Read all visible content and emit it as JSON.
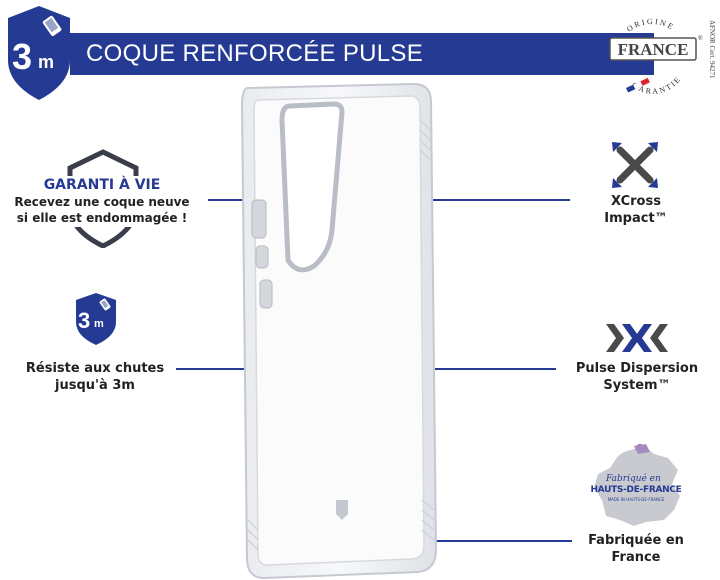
{
  "header": {
    "title": "COQUE RENFORCÉE PULSE",
    "badge_number": "3",
    "badge_unit": "m"
  },
  "origin_seal": {
    "top_text": "ORIGINE",
    "center_text": "FRANCE",
    "bottom_text": "GARANTIE",
    "cert": "AFNOR Cert. 94271"
  },
  "features_left": {
    "guarantee_title": "GARANTI À VIE",
    "guarantee_line1": "Recevez une coque neuve",
    "guarantee_line2": "si elle est endommagée !",
    "drop_badge_number": "3",
    "drop_badge_unit": "m",
    "drop_line1": "Résiste aux chutes",
    "drop_line2": "jusqu'à 3m"
  },
  "features_right": {
    "xcross_line1": "XCross",
    "xcross_line2": "Impact™",
    "pulse_line1": "Pulse Dispersion",
    "pulse_line2": "System™",
    "made_line1": "Fabriquée en",
    "made_line2": "France",
    "map_script": "Fabriqué en",
    "map_region": "HAUTS-DE-FRANCE",
    "map_small": "MADE IN HAUTS-DE-FRANCE"
  },
  "colors": {
    "brand_blue": "#253a92",
    "flag_red": "#d8262f"
  }
}
